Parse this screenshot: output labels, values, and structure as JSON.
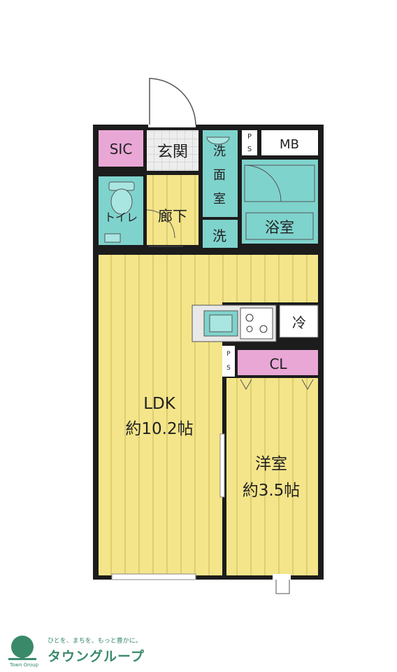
{
  "rooms": {
    "sic": "SIC",
    "genkan": "玄関",
    "washroom": [
      "洗",
      "面",
      "室"
    ],
    "ps_top": [
      "P",
      "S"
    ],
    "mb": "MB",
    "toilet": "トイレ",
    "rouka": "廊下",
    "laundry": "洗",
    "bath": "浴室",
    "fridge": "冷",
    "ps_mid": [
      "P",
      "S"
    ],
    "closet": "CL",
    "ldk_name": "LDK",
    "ldk_size": "約10.2帖",
    "western_name": "洋室",
    "western_size": "約3.5帖"
  },
  "brand": {
    "tagline": "ひとを、まちを、もっと豊かに。",
    "name": "タウングループ",
    "sub": "Town Group"
  },
  "colors": {
    "wall": "#1c1c1c",
    "floor_wood": "#f4e58a",
    "wood_line": "#c9b75a",
    "wet_area": "#7fd3cd",
    "pink": "#e9a7d6",
    "genkan_tile": "#e6e6e6",
    "brand_green": "#3a8a6a"
  }
}
